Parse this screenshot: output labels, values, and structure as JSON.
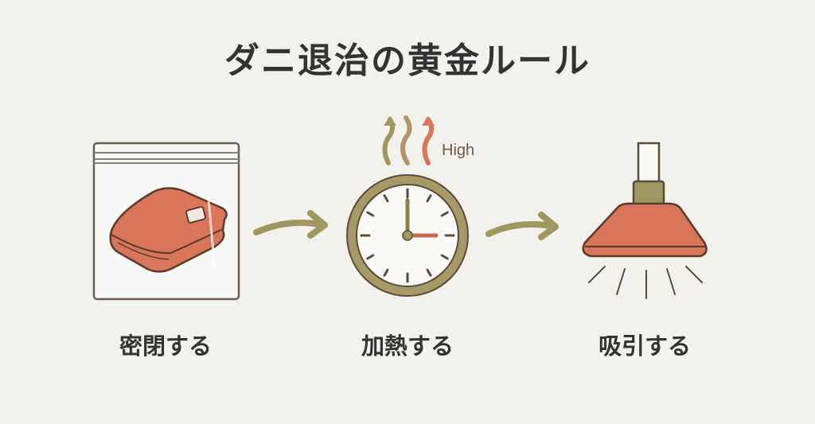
{
  "title": "ダニ退治の黄金ルール",
  "steps": [
    {
      "label": "密閉する",
      "icon": "sealed-bag-with-blanket-icon"
    },
    {
      "label": "加熱する",
      "icon": "clock-with-heat-icon",
      "heat_text": "High"
    },
    {
      "label": "吸引する",
      "icon": "vacuum-nozzle-icon"
    }
  ],
  "colors": {
    "background": "#f3f1ec",
    "terracotta": "#d9765a",
    "olive": "#9e9760",
    "outline": "#5a4a3c",
    "clock_ring": "#a89a66"
  }
}
